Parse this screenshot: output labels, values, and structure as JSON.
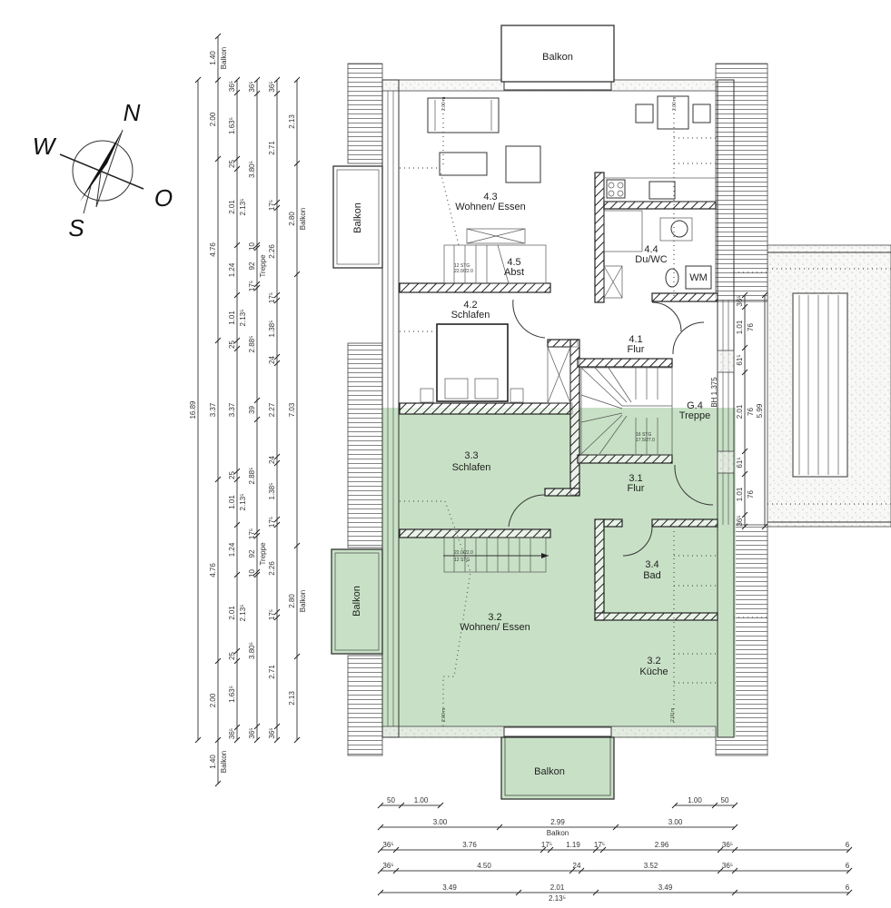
{
  "compass": {
    "north": "N",
    "west": "W",
    "east": "O",
    "south": "S"
  },
  "balconies": {
    "top": "Balkon",
    "left_upper": "Balkon",
    "left_lower": "Balkon",
    "bottom": "Balkon"
  },
  "rooms": {
    "r43": {
      "number": "4.3",
      "name": "Wohnen/ Essen"
    },
    "r44": {
      "number": "4.4",
      "name": "Du/WC"
    },
    "r45": {
      "number": "4.5",
      "name": "Abst"
    },
    "r42": {
      "number": "4.2",
      "name": "Schlafen"
    },
    "r41": {
      "number": "4.1",
      "name": "Flur"
    },
    "g4": {
      "number": "G.4",
      "name": "Treppe"
    },
    "r33": {
      "number": "3.3",
      "name": "Schlafen"
    },
    "r31": {
      "number": "3.1",
      "name": "Flur"
    },
    "r34": {
      "number": "3.4",
      "name": "Bad"
    },
    "r32w": {
      "number": "3.2",
      "name": "Wohnen/ Essen"
    },
    "r32k": {
      "number": "3.2",
      "name": "Küche"
    }
  },
  "fixtures": {
    "washing_machine": "WM"
  },
  "stairs": {
    "upper": {
      "steps": "12 STG",
      "ratio": "22.0/22.0"
    },
    "main": {
      "steps": "16 STG",
      "ratio": "17.5/27.0"
    },
    "lower": {
      "ratio": "22.0/22.0",
      "steps": "12 STG"
    }
  },
  "stair_height": "BH 1,375",
  "room_heights": [
    "2.00 m",
    "2.00 m",
    "2.00 m",
    "2.00 m"
  ],
  "dims": {
    "left": [
      [
        {
          "t": "16.89"
        }
      ],
      [
        {
          "t": "1.40",
          "s": "Balkon"
        },
        {
          "t": "2.00"
        },
        {
          "t": "4.76"
        },
        {
          "t": "3.37"
        },
        {
          "t": "4.76"
        },
        {
          "t": "2.00"
        },
        {
          "t": "1.40",
          "s": "Balkon"
        }
      ],
      [
        {
          "t": "36⁵"
        },
        {
          "t": "1.63⁵"
        },
        {
          "t": "25"
        },
        {
          "t": "2.01",
          "s": "2.13⁵"
        },
        {
          "t": "1.24"
        },
        {
          "t": "1.01",
          "s": "2.13⁵"
        },
        {
          "t": "25"
        },
        {
          "t": "3.37"
        },
        {
          "t": "25"
        },
        {
          "t": "1.01",
          "s": "2.13⁵"
        },
        {
          "t": "1.24"
        },
        {
          "t": "2.01",
          "s": "2.13⁵"
        },
        {
          "t": "25"
        },
        {
          "t": "1.63⁵"
        },
        {
          "t": "36⁵"
        }
      ],
      [
        {
          "t": "36⁵"
        },
        {
          "t": "3.80⁵"
        },
        {
          "t": "10"
        },
        {
          "t": "92",
          "s": "Treppe"
        },
        {
          "t": "17⁵"
        },
        {
          "t": "2.88⁵"
        },
        {
          "t": "39"
        },
        {
          "t": "2.88⁵"
        },
        {
          "t": "17⁵"
        },
        {
          "t": "92",
          "s": "Treppe"
        },
        {
          "t": "10"
        },
        {
          "t": "3.80⁵"
        },
        {
          "t": "36⁵"
        }
      ],
      [
        {
          "t": "36⁵"
        },
        {
          "t": "2.71"
        },
        {
          "t": "17⁵"
        },
        {
          "t": "2.26"
        },
        {
          "t": "17⁵"
        },
        {
          "t": "1.38⁵"
        },
        {
          "t": "24"
        },
        {
          "t": "2.27"
        },
        {
          "t": "24"
        },
        {
          "t": "1.38⁵"
        },
        {
          "t": "17⁵"
        },
        {
          "t": "2.26"
        },
        {
          "t": "17⁵"
        },
        {
          "t": "2.71"
        },
        {
          "t": "36⁵"
        }
      ],
      [
        {
          "t": "2.13"
        },
        {
          "t": "2.80",
          "s": "Balkon"
        },
        {
          "t": "7.03"
        },
        {
          "t": "2.80",
          "s": "Balkon"
        },
        {
          "t": "2.13"
        }
      ]
    ],
    "right": [
      [
        {
          "t": "36⁵"
        },
        {
          "t": "1.01",
          "s": "76"
        },
        {
          "t": "61⁵"
        },
        {
          "t": "2.01",
          "s": "76"
        },
        {
          "t": "61⁵"
        },
        {
          "t": "1.01",
          "s": "76"
        },
        {
          "t": "36⁵"
        }
      ],
      [
        {
          "t": "5.99"
        }
      ]
    ],
    "bottom": [
      [
        {
          "t": "50"
        },
        {
          "t": "1.00"
        }
      ],
      [
        {
          "t": "1.00"
        },
        {
          "t": "50"
        }
      ],
      [
        {
          "t": "3.00"
        },
        {
          "t": "2.99",
          "s": "Balkon"
        },
        {
          "t": "3.00"
        }
      ],
      [
        {
          "t": "36⁵"
        },
        {
          "t": "3.76"
        },
        {
          "t": "17⁵"
        },
        {
          "t": "1.19"
        },
        {
          "t": "17⁵"
        },
        {
          "t": "2.96"
        },
        {
          "t": "36⁵"
        },
        {
          "t": "6"
        }
      ],
      [
        {
          "t": "36⁵"
        },
        {
          "t": "4.50"
        },
        {
          "t": "24"
        },
        {
          "t": "3.52"
        },
        {
          "t": "36⁵"
        },
        {
          "t": "6"
        }
      ],
      [
        {
          "t": "3.49"
        },
        {
          "t": "2.01",
          "s": "2.13⁵"
        },
        {
          "t": "3.49"
        },
        {
          "t": "6"
        }
      ]
    ]
  },
  "colors": {
    "highlight": "#c8e1c6",
    "line": "#333333",
    "background": "#ffffff"
  }
}
